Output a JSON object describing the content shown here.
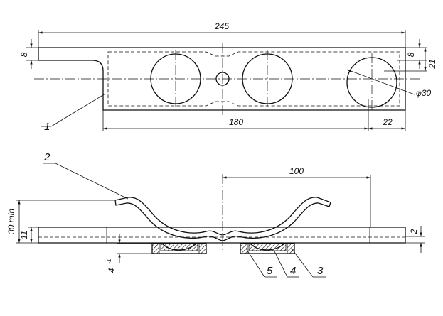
{
  "dimensions": {
    "overall_length": "245",
    "hole_span": "180",
    "edge_offset": "22",
    "thickness_top_left": "8",
    "thickness_top_right": "8",
    "width": "21",
    "hole_diameter": "φ30",
    "spring_span": "100",
    "min_height": "30 min",
    "plate_height": "11",
    "gap": "2",
    "pad_thickness": "4",
    "pad_tolerance": "-1"
  },
  "leaders": {
    "item_1": "1",
    "item_2": "2",
    "item_3": "3",
    "item_4": "4",
    "item_5": "5"
  }
}
